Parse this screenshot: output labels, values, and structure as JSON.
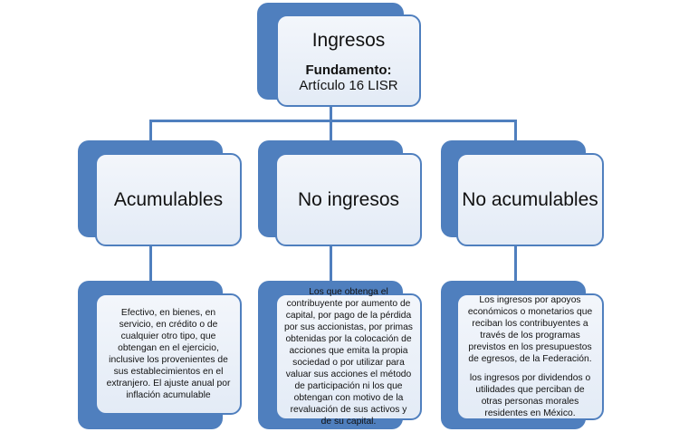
{
  "root": {
    "title": "Ingresos",
    "fundamento_label": "Fundamento:",
    "fundamento_value": "Artículo 16 LISR"
  },
  "categories": [
    {
      "title": "Acumulables",
      "detail": [
        "Efectivo, en bienes, en servicio, en crédito o de cualquier otro tipo, que obtengan en el ejercicio, inclusive los provenientes de sus establecimientos en el extranjero. El ajuste anual por inflación acumulable"
      ]
    },
    {
      "title": "No ingresos",
      "detail": [
        "Los que obtenga el contribuyente por aumento de capital, por pago de la pérdida por sus accionistas, por primas obtenidas por la colocación de acciones que emita la propia sociedad o por utilizar para valuar sus acciones el método de participación ni los que obtengan con motivo de la revaluación de sus activos y de su capital."
      ]
    },
    {
      "title": "No acumulables",
      "detail": [
        "Los ingresos por apoyos económicos o monetarios que reciban los contribuyentes a través de los programas previstos en los presupuestos de egresos, de la Federación.",
        "los ingresos por dividendos o utilidades que perciban de otras personas morales residentes en México."
      ]
    }
  ],
  "colors": {
    "accent": "#4f7fbe",
    "fill_top": "#f3f6fb",
    "fill_bottom": "#e3ebf6"
  }
}
